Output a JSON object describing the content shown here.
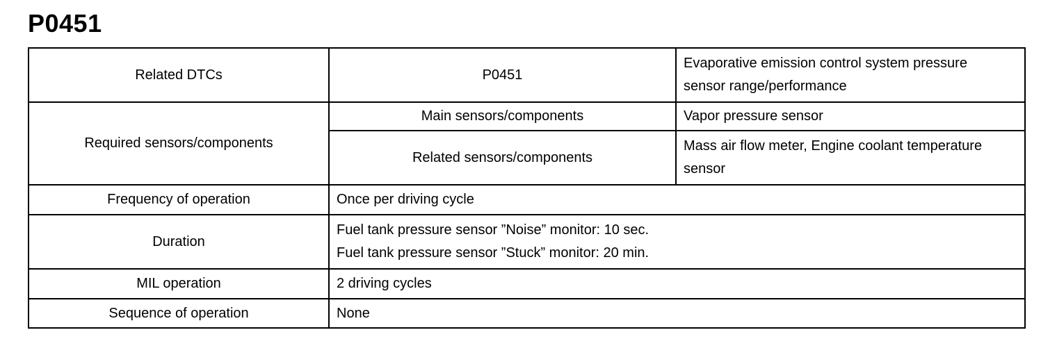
{
  "title": "P0451",
  "rows": {
    "related_dtcs": {
      "label": "Related DTCs",
      "code": "P0451",
      "description_lines": [
        "Evaporative emission control system pressure",
        "sensor range/performance"
      ]
    },
    "required_sensors": {
      "label": "Required sensors/components",
      "main_label": "Main sensors/components",
      "main_value": "Vapor pressure sensor",
      "related_label": "Related sensors/components",
      "related_value_lines": [
        "Mass air flow meter, Engine coolant temperature",
        "sensor"
      ]
    },
    "frequency": {
      "label": "Frequency of operation",
      "value": "Once per driving cycle"
    },
    "duration": {
      "label": "Duration",
      "value_lines": [
        "Fuel tank pressure sensor ”Noise” monitor: 10 sec.",
        "Fuel tank pressure sensor ”Stuck” monitor: 20 min."
      ]
    },
    "mil_operation": {
      "label": "MIL operation",
      "value": "2 driving cycles"
    },
    "sequence": {
      "label": "Sequence of operation",
      "value": "None"
    }
  }
}
